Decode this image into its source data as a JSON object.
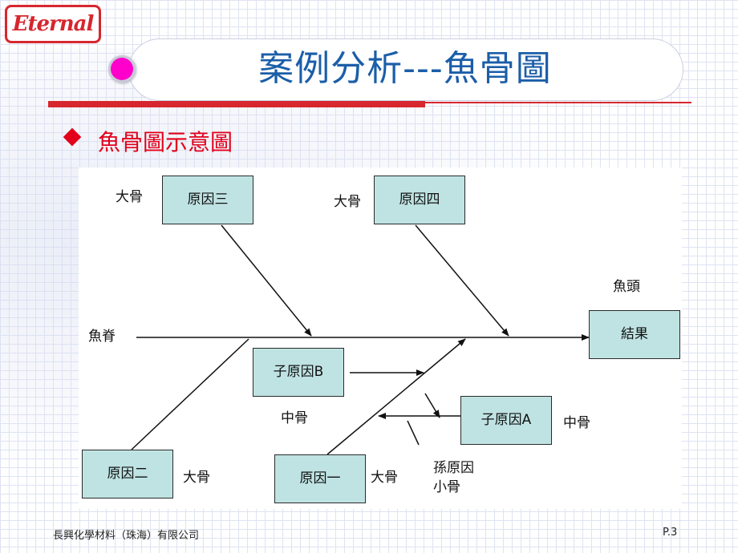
{
  "logo": {
    "text": "Eternal"
  },
  "title": "案例分析---魚骨圖",
  "subtitle": "魚骨圖示意圖",
  "diagram": {
    "boxes": {
      "cause3": "原因三",
      "cause4": "原因四",
      "result": "結果",
      "sub_b": "子原因B",
      "sub_a": "子原因A",
      "cause2": "原因二",
      "cause1": "原因一"
    },
    "labels": {
      "big_bone_1": "大骨",
      "big_bone_2": "大骨",
      "big_bone_3": "大骨",
      "big_bone_4": "大骨",
      "fish_head": "魚頭",
      "spine": "魚脊",
      "mid_bone_1": "中骨",
      "mid_bone_2": "中骨",
      "grand_cause": "孫原因",
      "small_bone": "小骨"
    }
  },
  "footer": {
    "company": "長興化學材料（珠海）有限公司",
    "page": "P.3"
  },
  "colors": {
    "title": "#1b5ea8",
    "accent_red": "#d7262e",
    "box_fill": "#bfe3e3",
    "bullet": "#ff00cc"
  }
}
